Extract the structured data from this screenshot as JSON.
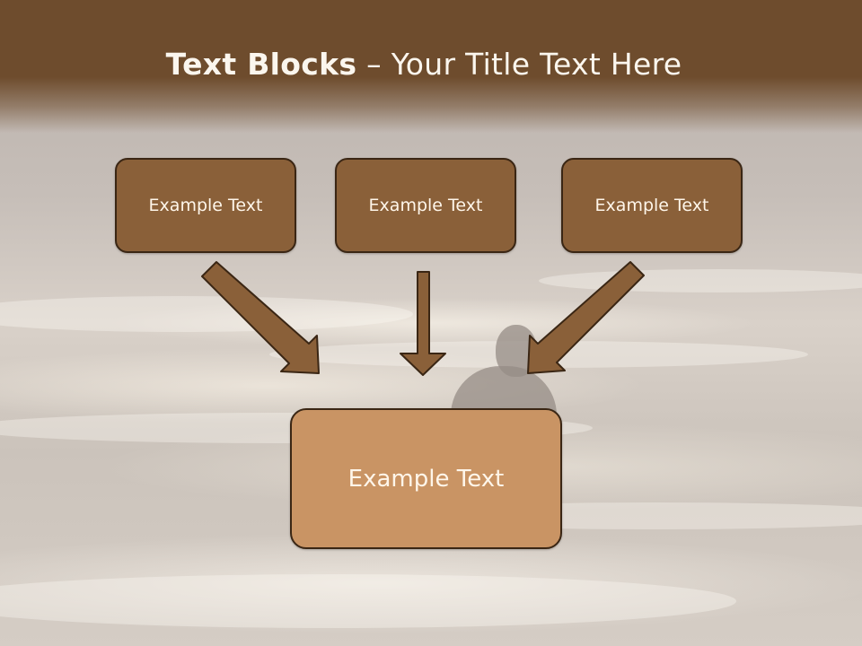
{
  "title": {
    "bold": "Text Blocks",
    "rest": " – Your Title Text Here"
  },
  "blocks": {
    "top_left": "Example Text",
    "top_center": "Example Text",
    "top_right": "Example Text",
    "bottom": "Example Text"
  },
  "colors": {
    "header": "#6e4c2d",
    "box_dark": "#8a6039",
    "box_light": "#c99464",
    "arrow": "#8a6039",
    "outline": "#3a2614"
  },
  "icons": [
    "arrow-down-right-icon",
    "arrow-down-icon",
    "arrow-down-left-icon"
  ]
}
